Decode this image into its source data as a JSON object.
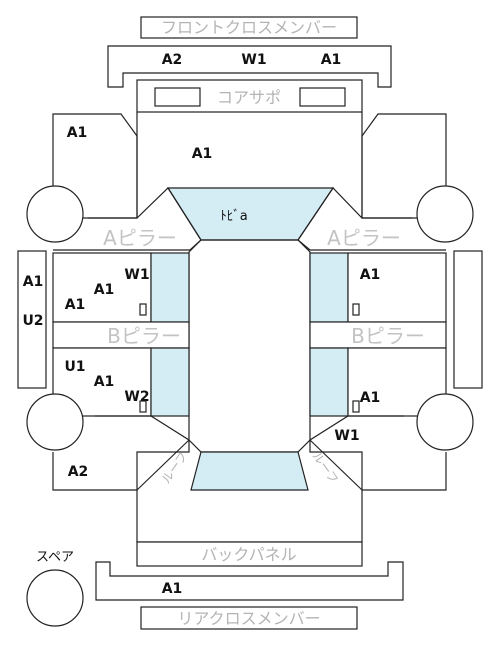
{
  "parts": {
    "front_cross_member": "フロントクロスメンバー",
    "core_support": "コアサポ",
    "a_pillar_left": "Aピラー",
    "a_pillar_right": "Aピラー",
    "b_pillar_left": "Bピラー",
    "b_pillar_right": "Bピラー",
    "back_panel": "バックパネル",
    "rear_cross_member": "リアクロスメンバー",
    "spare": "スペア",
    "roof_left": "ルーフ",
    "roof_right": "ルーフ",
    "door_label": "ﾄﾋﾞa"
  },
  "marks": {
    "front_member_left": "A2",
    "front_member_center": "W1",
    "front_member_right": "A1",
    "front_left_fender": "A1",
    "hood": "A1",
    "left_side_u2_a1": "A1",
    "left_side_u2": "U2",
    "left_front_door_a1": "A1",
    "left_front_door_a1b": "A1",
    "left_front_door_w1": "W1",
    "left_rear_door_u1": "U1",
    "left_rear_door_a1": "A1",
    "left_rear_door_w2": "W2",
    "right_front_door_a1": "A1",
    "right_rear_door_a1": "A1",
    "right_rear_quarter_w1": "W1",
    "left_rear_quarter_a2": "A2",
    "rear_member": "A1"
  },
  "colors": {
    "glass": "#d4ecf3",
    "outline": "#222222",
    "part_label": "#b4b4b4",
    "mark_text": "#111111"
  }
}
